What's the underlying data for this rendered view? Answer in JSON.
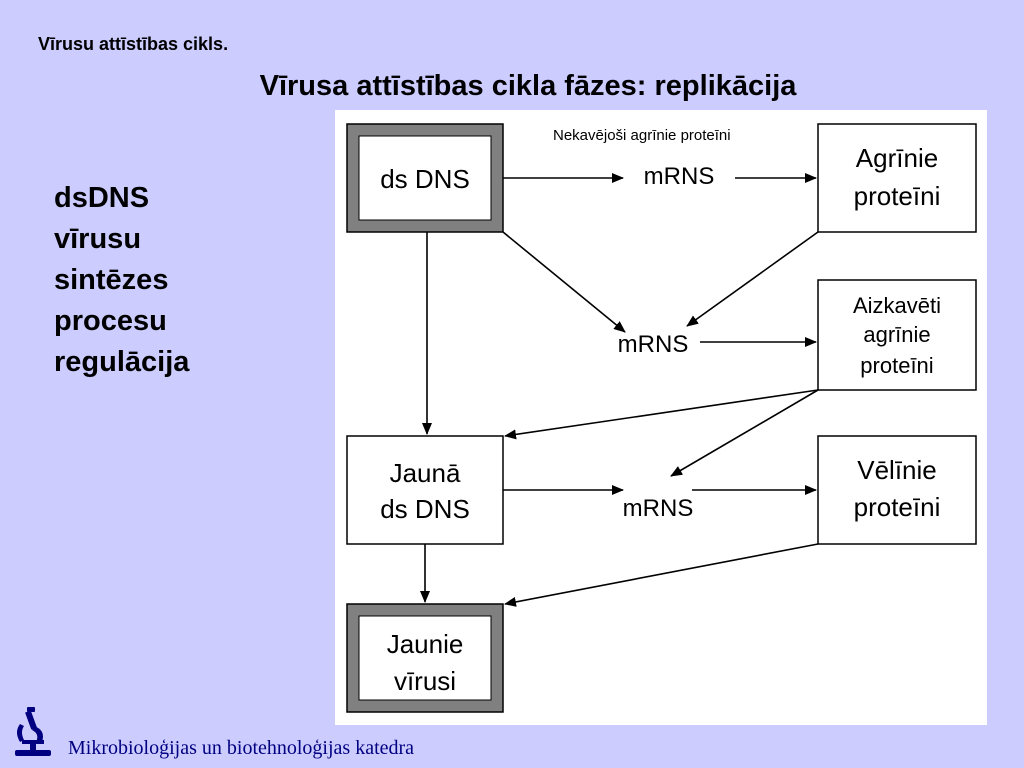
{
  "header": "Vīrusu attīstības cikls.",
  "title": "Vīrusa attīstības cikla fāzes: replikācija",
  "side_text": [
    "dsDNS",
    "vīrusu",
    "sintēzes",
    "procesu",
    "regulācija"
  ],
  "diagram": {
    "top_label": "Nekavējoši agrīnie proteīni",
    "nodes": {
      "ds_dns": [
        "ds DNS"
      ],
      "agrinie": [
        "Agrīnie",
        "proteīni"
      ],
      "aizkaveti": [
        "Aizkavēti",
        "agrīnie",
        "proteīni"
      ],
      "jauna_dns": [
        "Jaunā",
        "ds DNS"
      ],
      "velinie": [
        "Vēlīnie",
        "proteīni"
      ],
      "jaunie_virusi": [
        "Jaunie",
        "vīrusi"
      ]
    },
    "mrna_label": "mRNS"
  },
  "footer": {
    "department": "Mikrobioloģijas un biotehnoloģijas katedra",
    "logo_icon": "microscope-icon",
    "logo_color": "#000080"
  }
}
